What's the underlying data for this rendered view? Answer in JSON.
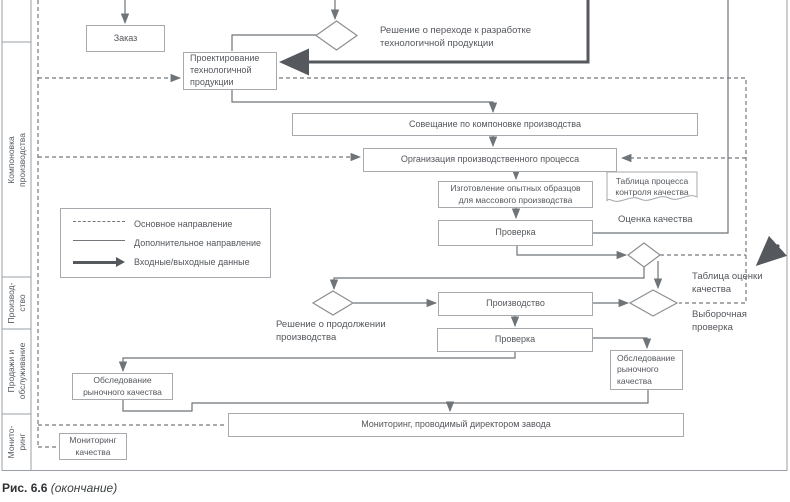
{
  "caption": {
    "figure": "Рис. 6.6",
    "note": "(окончание)"
  },
  "sidebar": {
    "rows": [
      {
        "label": "Компоновка\nпроизводства"
      },
      {
        "label": "Производ-\nство"
      },
      {
        "label": "Продажи и\nобслуживание"
      },
      {
        "label": "Монито-\nринг"
      }
    ]
  },
  "legend": {
    "items": [
      {
        "style": "dashed",
        "label": "Основное направление"
      },
      {
        "style": "solid",
        "label": "Дополнительное направление"
      },
      {
        "style": "thick-arrow",
        "label": "Входные/выходные данные"
      }
    ]
  },
  "nodes": {
    "order": "Заказ",
    "design": "Проектирование\nтехнологичной\nпродукции",
    "layout_meeting": "Совещание по компоновке производства",
    "org_process": "Организация производственного процесса",
    "prototypes": "Изготовление опытных образцов\nдля массового производства",
    "check1": "Проверка",
    "production": "Производство",
    "check2": "Проверка",
    "market_survey_left": "Обследование\nрыночного качества",
    "market_survey_right": "Обследование\nрыночного\nкачества",
    "director_monitoring": "Мониторинг, проводимый директором завода",
    "quality_monitoring": "Мониторинг\nкачества",
    "control_table_doc": "Таблица процесса\nконтроля качества"
  },
  "labels": {
    "decision_transition": "Решение о переходе к разработке\nтехнологичной продукции",
    "quality_evaluation": "Оценка качества",
    "evaluation_table": "Таблица оценки\nкачества",
    "sampling_check": "Выборочная\nпроверка",
    "decision_continue": "Решение о продолжении\nпроизводства"
  },
  "colors": {
    "line": "#6f7478",
    "thick_line": "#55595d",
    "box_border": "#a6a9ad",
    "text": "#53575c",
    "background": "#ffffff"
  }
}
